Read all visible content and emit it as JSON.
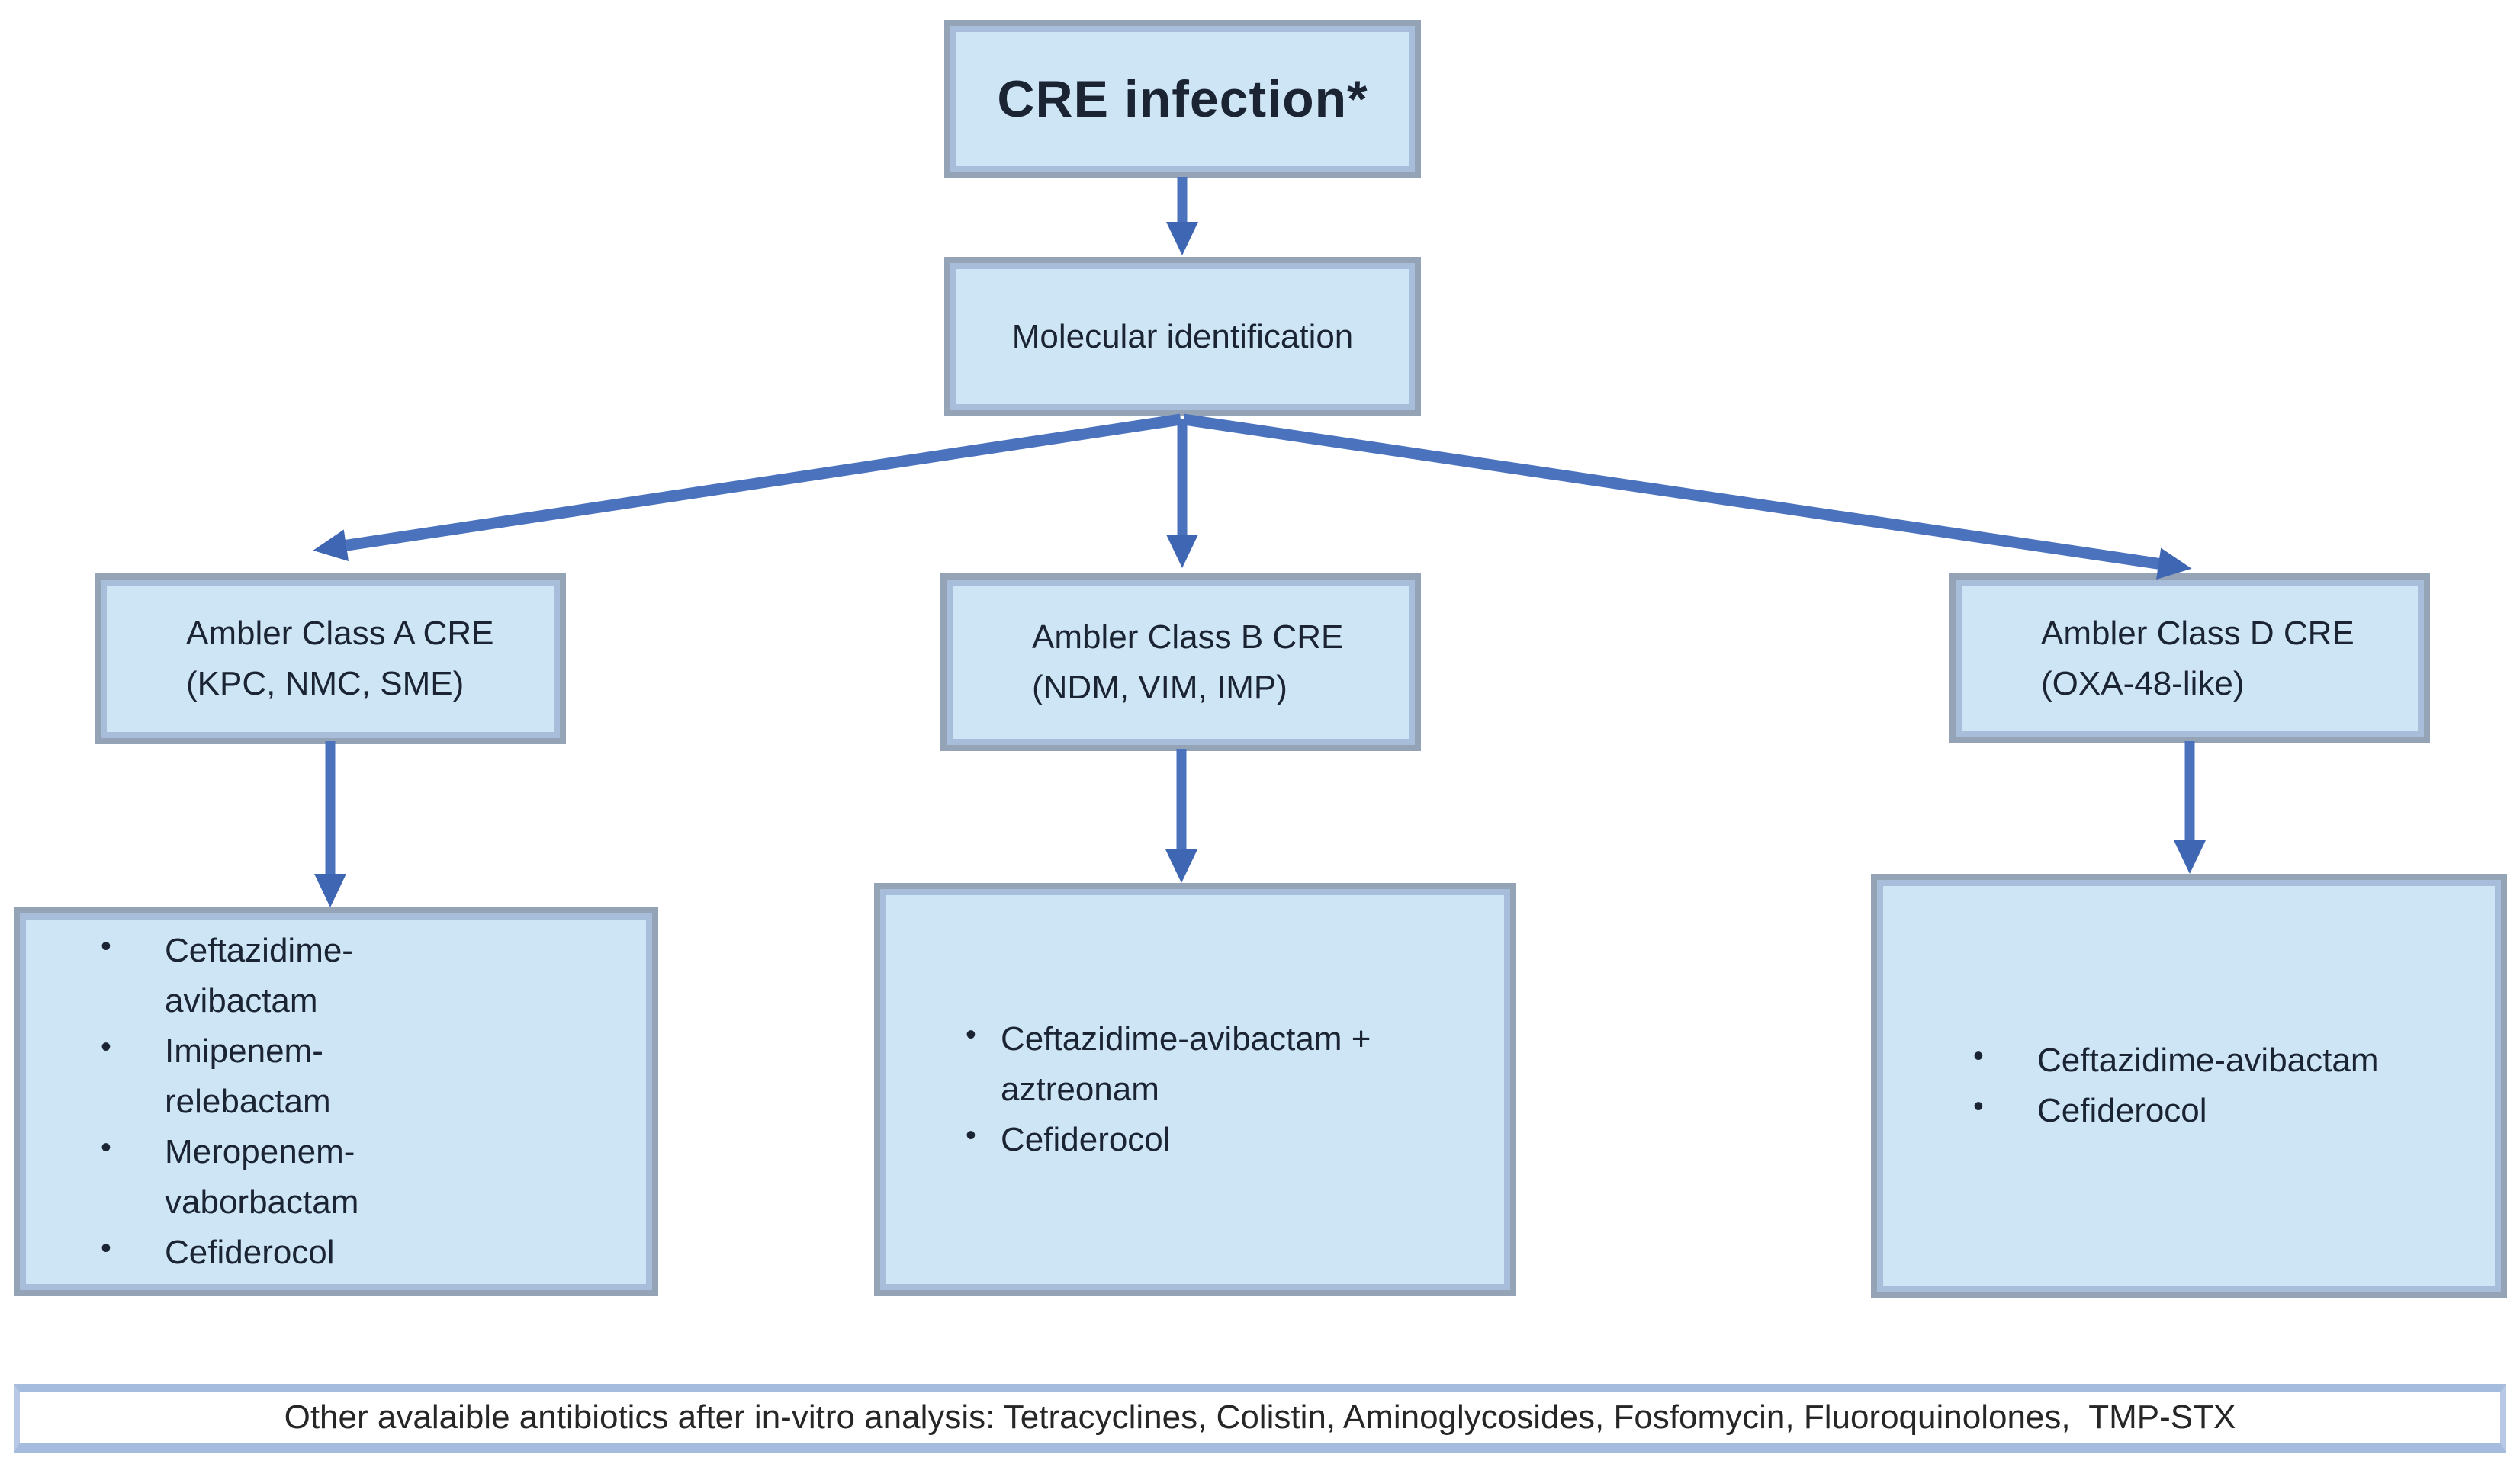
{
  "colors": {
    "box_fill": "#cee5f6",
    "box_border": "#94a3b5",
    "box_border_inner": "#a8bdda",
    "arrow": "#4b72bd",
    "arrow_head": "#3f66b2",
    "ink": "#1b2433",
    "footer_border": "#a5bcde",
    "footer_border_light": "#b9c9e5",
    "footer_fill": "#ffffff"
  },
  "flowchart": {
    "root": {
      "label": "CRE infection*"
    },
    "step": {
      "label": "Molecular identification"
    },
    "branches": [
      {
        "title": "Ambler Class A CRE",
        "subtitle": "(KPC, NMC, SME)",
        "treatments": [
          "Ceftazidime-avibactam",
          "Imipenem-relebactam",
          "Meropenem-vaborbactam",
          "Cefiderocol"
        ]
      },
      {
        "title": "Ambler Class B CRE",
        "subtitle": "(NDM, VIM, IMP)",
        "treatments": [
          "Ceftazidime-avibactam + aztreonam",
          "Cefiderocol"
        ]
      },
      {
        "title": "Ambler Class D CRE",
        "subtitle": "(OXA-48-like)",
        "treatments": [
          "Ceftazidime-avibactam",
          "Cefiderocol"
        ]
      }
    ],
    "footer": {
      "text": "Other avalaible antibiotics after in-vitro analysis: Tetracyclines, Colistin, Aminoglycosides, Fosfomycin, Fluoroquinolones,  TMP-STX"
    }
  }
}
